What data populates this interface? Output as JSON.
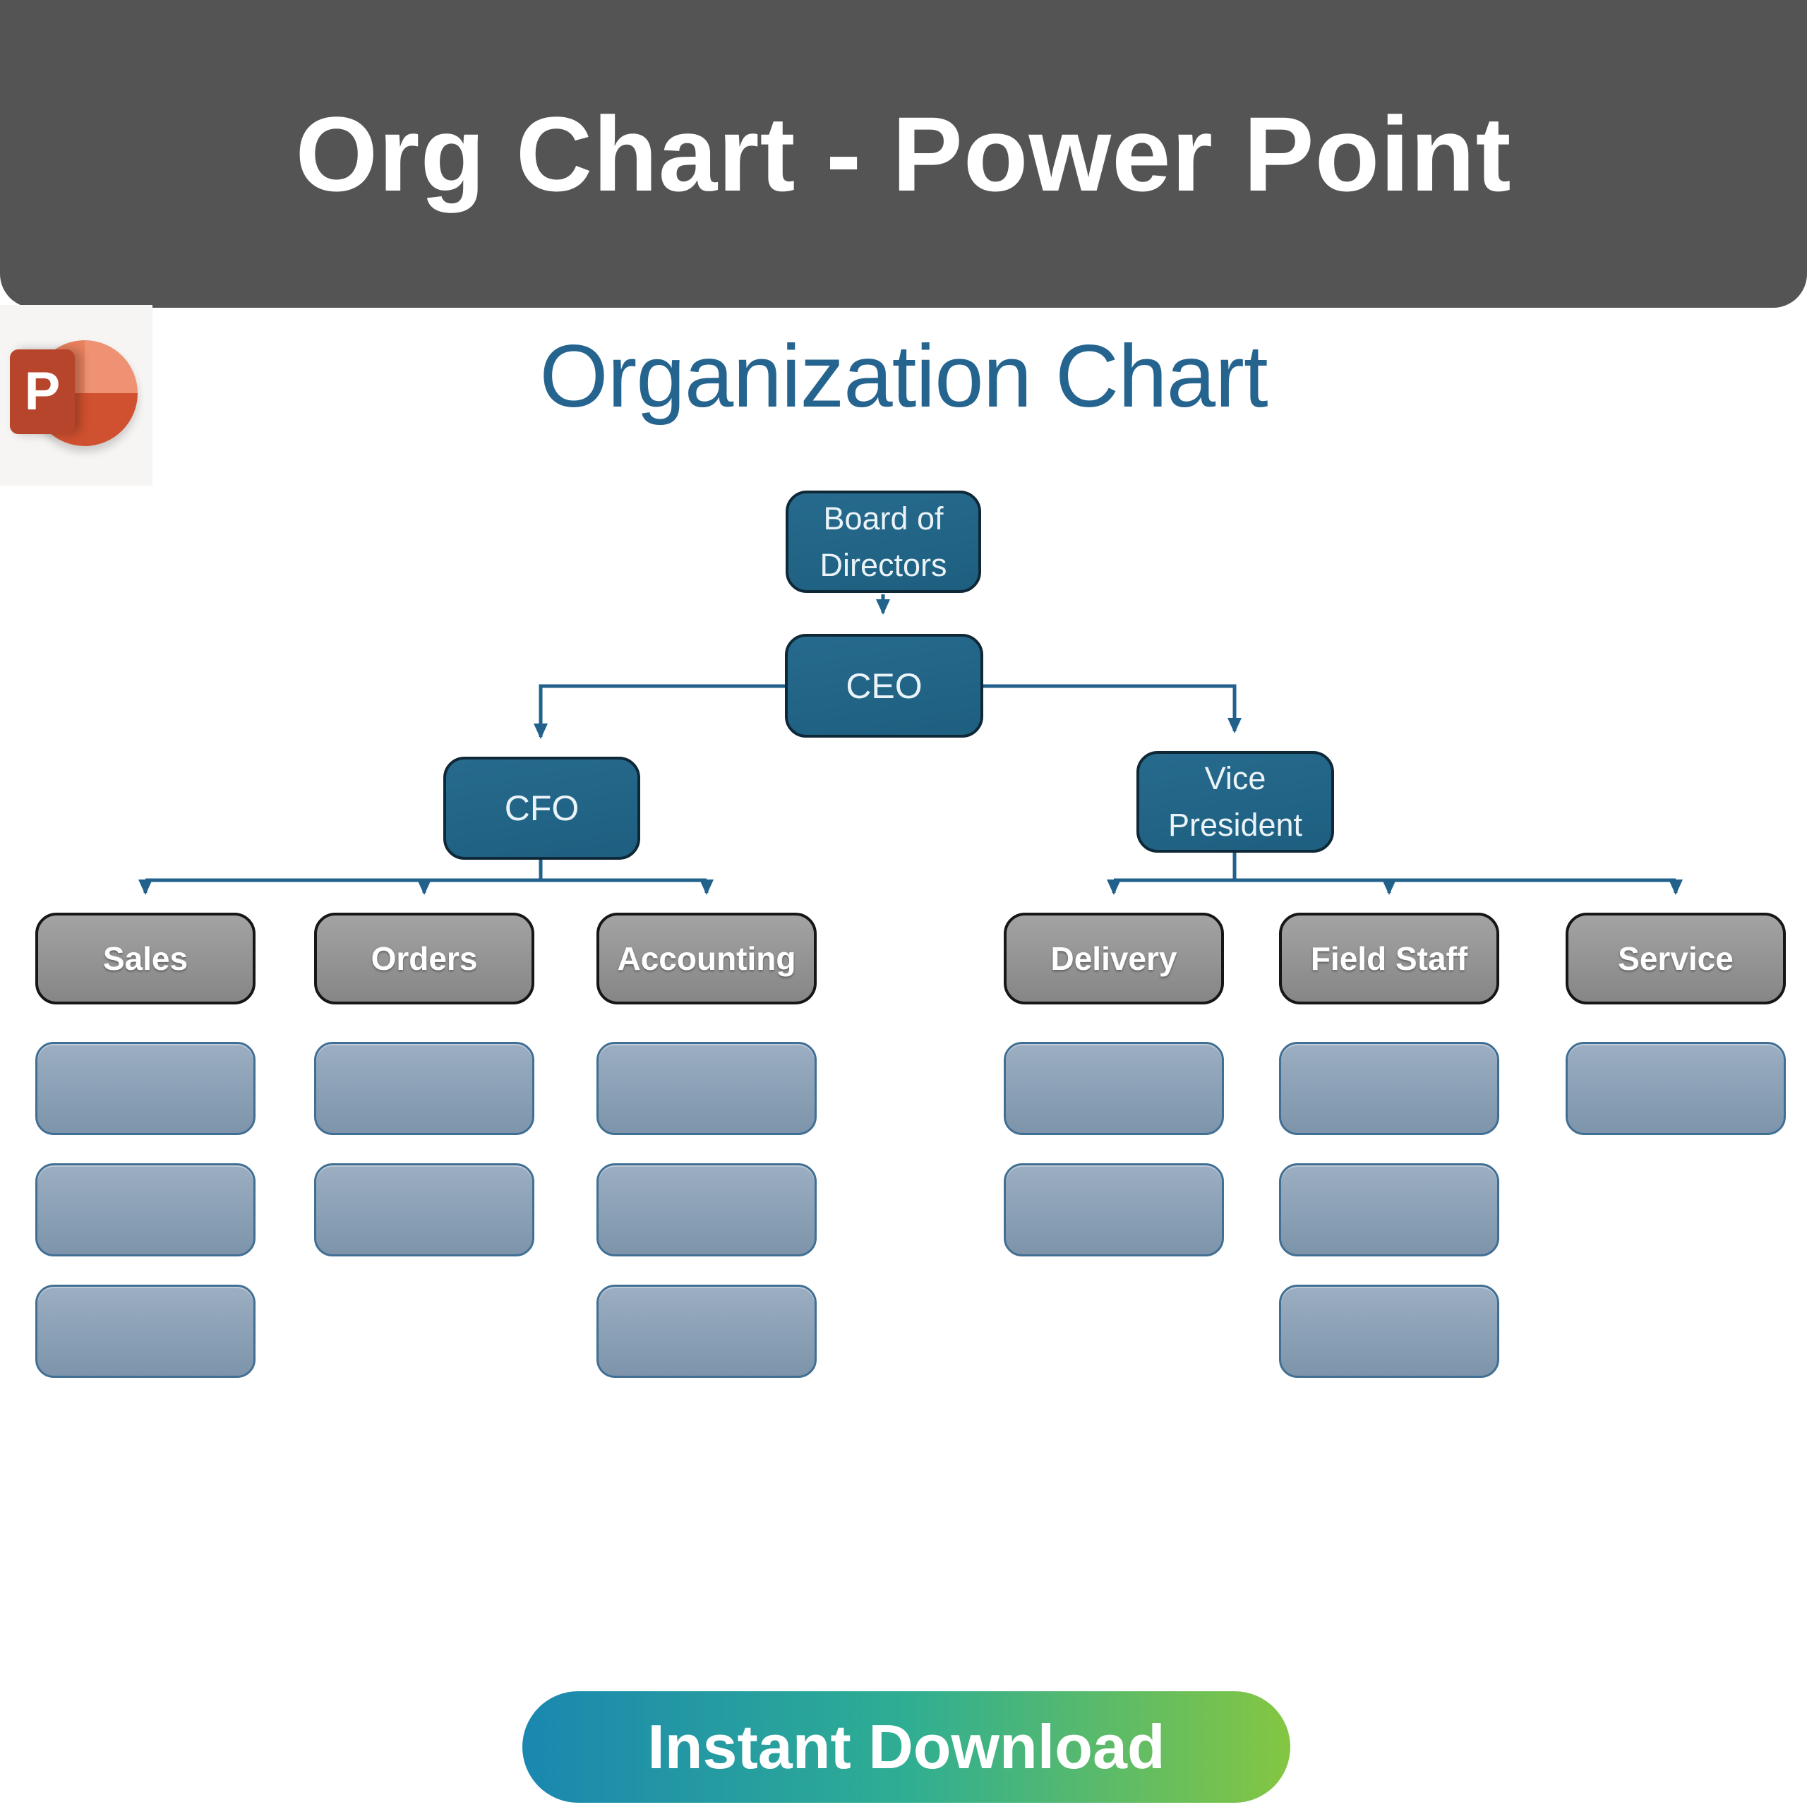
{
  "banner": {
    "title": "Org Chart - Power Point"
  },
  "powerpoint_logo": {
    "letter": "P",
    "app_name": "PowerPoint"
  },
  "slide": {
    "title": "Organization Chart"
  },
  "org_chart": {
    "nodes": {
      "board": {
        "label": "Board of Directors",
        "line1": "Board of",
        "line2": "Directors"
      },
      "ceo": {
        "label": "CEO"
      },
      "cfo": {
        "label": "CFO"
      },
      "vp": {
        "label": "Vice President",
        "line1": "Vice",
        "line2": "President"
      }
    },
    "departments": [
      {
        "label": "Sales",
        "manager": "CFO",
        "placeholders": 3
      },
      {
        "label": "Orders",
        "manager": "CFO",
        "placeholders": 2
      },
      {
        "label": "Accounting",
        "manager": "CFO",
        "placeholders": 3
      },
      {
        "label": "Delivery",
        "manager": "Vice President",
        "placeholders": 2
      },
      {
        "label": "Field Staff",
        "manager": "Vice President",
        "placeholders": 3
      },
      {
        "label": "Service",
        "manager": "Vice President",
        "placeholders": 1
      }
    ],
    "structure": {
      "label": "Board of Directors",
      "reports": [
        {
          "label": "CEO",
          "reports": [
            {
              "label": "CFO",
              "reports": [
                "Sales",
                "Orders",
                "Accounting"
              ]
            },
            {
              "label": "Vice President",
              "reports": [
                "Delivery",
                "Field Staff",
                "Service"
              ]
            }
          ]
        }
      ]
    }
  },
  "footer": {
    "button_label": "Instant Download"
  },
  "colors": {
    "page_bg": "#ffffff",
    "banner_bg": "#545454",
    "title_text": "#25648e",
    "node_fill": "#1e5f80",
    "node_fill_light": "#266a8d",
    "node_border": "#0f2838",
    "node_text": "#eaf3f8",
    "connector": "#21618c",
    "dept_fill_light": "#a3a3a3",
    "dept_fill_dark": "#868686",
    "dept_border": "#161616",
    "dept_text": "#ffffff",
    "slot_fill_light": "#9caec2",
    "slot_fill_dark": "#7d94aa",
    "slot_border": "#416f94",
    "logo_tile_bg": "#f6f5f3",
    "ppt_red": "#d0512f",
    "ppt_red_light": "#ee9273",
    "ppt_red_mid": "#e8815e",
    "ppt_plate": "#b7452b",
    "button_gradient": [
      "#1a87b0",
      "#2fae93",
      "#84c642"
    ],
    "button_text": "#ffffff"
  }
}
